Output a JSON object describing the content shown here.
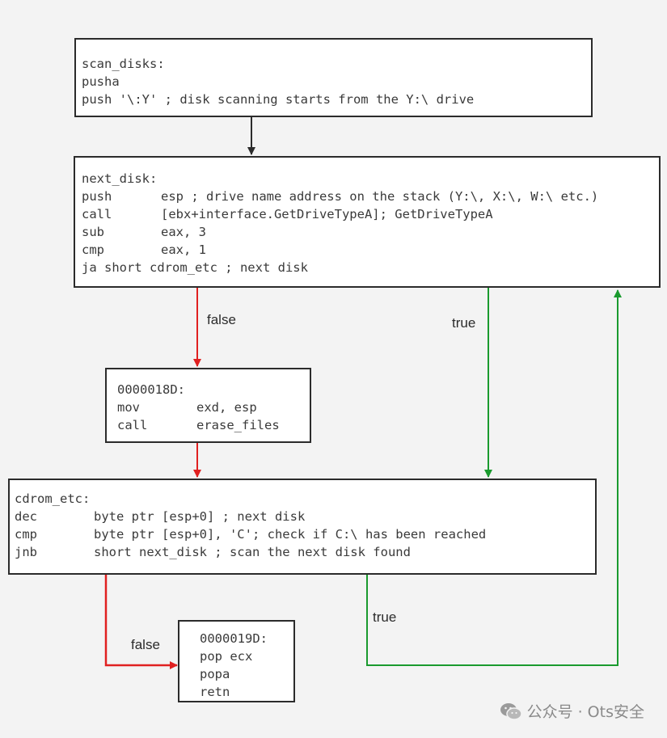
{
  "box_scan_disks": {
    "lines": [
      "scan_disks:",
      "pusha",
      "push '\\:Y' ; disk scanning starts from the Y:\\ drive"
    ]
  },
  "box_next_disk": {
    "label": "next_disk:",
    "rows": [
      {
        "op": "push",
        "args": "esp ; drive name address on the stack (Y:\\, X:\\, W:\\ etc.)"
      },
      {
        "op": "call",
        "args": "[ebx+interface.GetDriveTypeA]; GetDriveTypeA"
      },
      {
        "op": "sub",
        "args": "eax, 3"
      },
      {
        "op": "cmp",
        "args": "eax, 1"
      }
    ],
    "last": "ja short cdrom_etc ; next disk"
  },
  "box_18d": {
    "label": "0000018D:",
    "rows": [
      {
        "op": "mov",
        "args": "exd, esp"
      },
      {
        "op": "call",
        "args": "erase_files"
      }
    ]
  },
  "box_cdrom": {
    "label": "cdrom_etc:",
    "rows": [
      {
        "op": "dec",
        "args": "byte ptr [esp+0] ; next disk"
      },
      {
        "op": "cmp",
        "args": "byte ptr [esp+0], 'C'; check if C:\\ has been reached"
      },
      {
        "op": "jnb",
        "args": "short next_disk ; scan the next disk found"
      }
    ]
  },
  "box_19d": {
    "lines": [
      "0000019D:",
      "pop ecx",
      "popa",
      "retn"
    ]
  },
  "edge_labels": {
    "false_1": "false",
    "true_1": "true",
    "true_2": "true",
    "false_2": "false"
  },
  "colors": {
    "false_edge": "#e02020",
    "true_edge": "#1a9a2e",
    "plain_edge": "#2b2b2b"
  },
  "watermark": {
    "icon": "wechat-icon",
    "text": "公众号 · Ots安全"
  }
}
